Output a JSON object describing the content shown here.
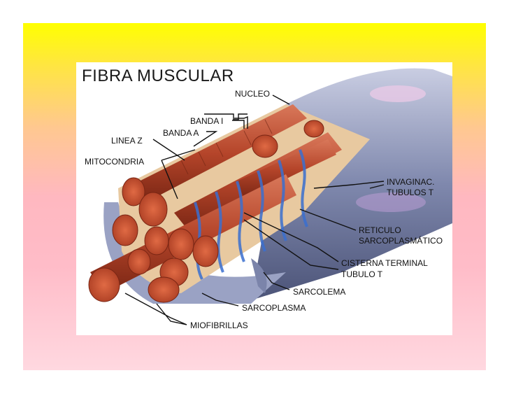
{
  "title": "FIBRA MUSCULAR",
  "labels": {
    "nucleo": "NUCLEO",
    "banda_i": "BANDA I",
    "banda_a": "BANDA A",
    "linea_z": "LINEA Z",
    "mitocondria": "MITOCONDRIA",
    "invaginac_1": "INVAGINAC.",
    "invaginac_2": "TUBULOS T",
    "reticulo_1": "RETICULO",
    "reticulo_2": "SARCOPLASMÁTICO",
    "cisterna": "CISTERNA TERMINAL",
    "tubulo": "TUBULO T",
    "sarcolema": "SARCOLEMA",
    "sarcoplasma": "SARCOPLASMA",
    "miofibrillas": "MIOFIBRILLAS"
  },
  "colors": {
    "membrane": "#8a93b8",
    "myofibril": "#b5452a",
    "tubule": "#3a6fd0",
    "background_top": "#ffff00",
    "background_bottom": "#ffd8e0"
  }
}
